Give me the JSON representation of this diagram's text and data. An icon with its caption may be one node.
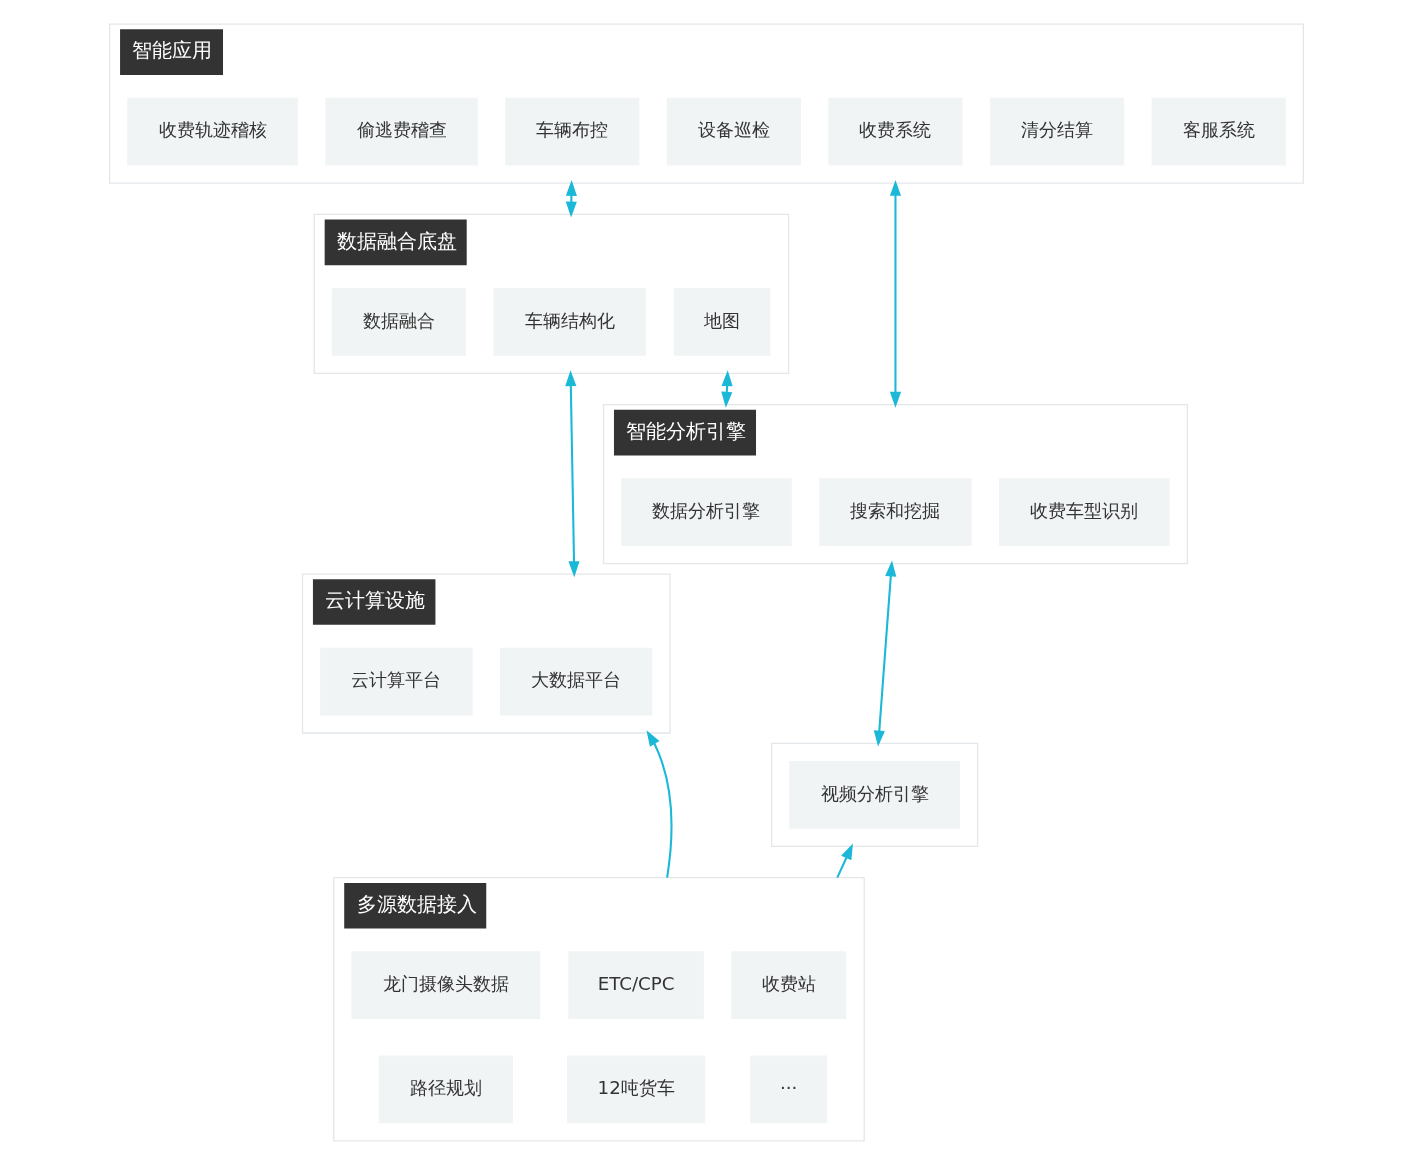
{
  "diagram": {
    "nodes": [
      {
        "text": [
          "智能应用"
        ]
      },
      {
        "text": [
          "收费轨迹稽核"
        ],
        "in": 0
      },
      {
        "text": [
          "偷逃费稽查"
        ],
        "in": 0
      },
      {
        "text": [
          "车辆布控"
        ],
        "in": 0
      },
      {
        "text": [
          "设备巡检"
        ],
        "in": 0
      },
      {
        "text": [
          "收费系统"
        ],
        "in": 0
      },
      {
        "text": [
          "清分结算"
        ],
        "in": 0
      },
      {
        "text": [
          "客服系统"
        ],
        "in": 0
      },
      {
        "text": [
          "数据融合底盘"
        ]
      },
      {
        "text": [
          "数据融合"
        ],
        "in": 8
      },
      {
        "text": [
          "车辆结构化"
        ],
        "in": 8
      },
      {
        "text": [
          "地图"
        ],
        "in": 8
      },
      {
        "text": [
          "智能分析引擎"
        ]
      },
      {
        "text": [
          "数据分析引擎"
        ],
        "in": 12
      },
      {
        "text": [
          "搜索和挖掘"
        ],
        "in": 12
      },
      {
        "text": [
          "收费车型识别"
        ],
        "in": 12
      },
      {
        "text": [
          "云计算设施"
        ]
      },
      {
        "text": [
          "云计算平台"
        ],
        "in": 16
      },
      {
        "text": [
          "大数据平台"
        ],
        "in": 16
      },
      {
        "text": [],
        "shape": "box"
      },
      {
        "text": [
          "视频分析引擎"
        ],
        "in": 19
      },
      {
        "text": [
          "多源数据接入"
        ]
      },
      {
        "text": [
          "龙门摄像头数据"
        ],
        "in": 21
      },
      {
        "text": [
          "ETC/CPC"
        ],
        "in": 21
      },
      {
        "text": [
          "收费站"
        ],
        "in": 21
      },
      {
        "text": [
          "路径规划"
        ],
        "in": 21
      },
      {
        "text": [
          "12吨货车"
        ],
        "in": 21
      },
      {
        "text": [
          "···"
        ],
        "in": 21
      }
    ],
    "edges": [
      {
        "from": 0,
        "to": 8,
        "arrow": "both"
      },
      {
        "from": 0,
        "to": 12,
        "arrow": "both"
      },
      {
        "from": 8,
        "to": 12,
        "arrow": "both"
      },
      {
        "from": 8,
        "to": 16,
        "arrow": "both"
      },
      {
        "from": 12,
        "to": 19,
        "arrow": "both"
      },
      {
        "from": 21,
        "to": 16,
        "arrow": "to"
      },
      {
        "from": 21,
        "to": 19,
        "arrow": "to"
      }
    ]
  }
}
